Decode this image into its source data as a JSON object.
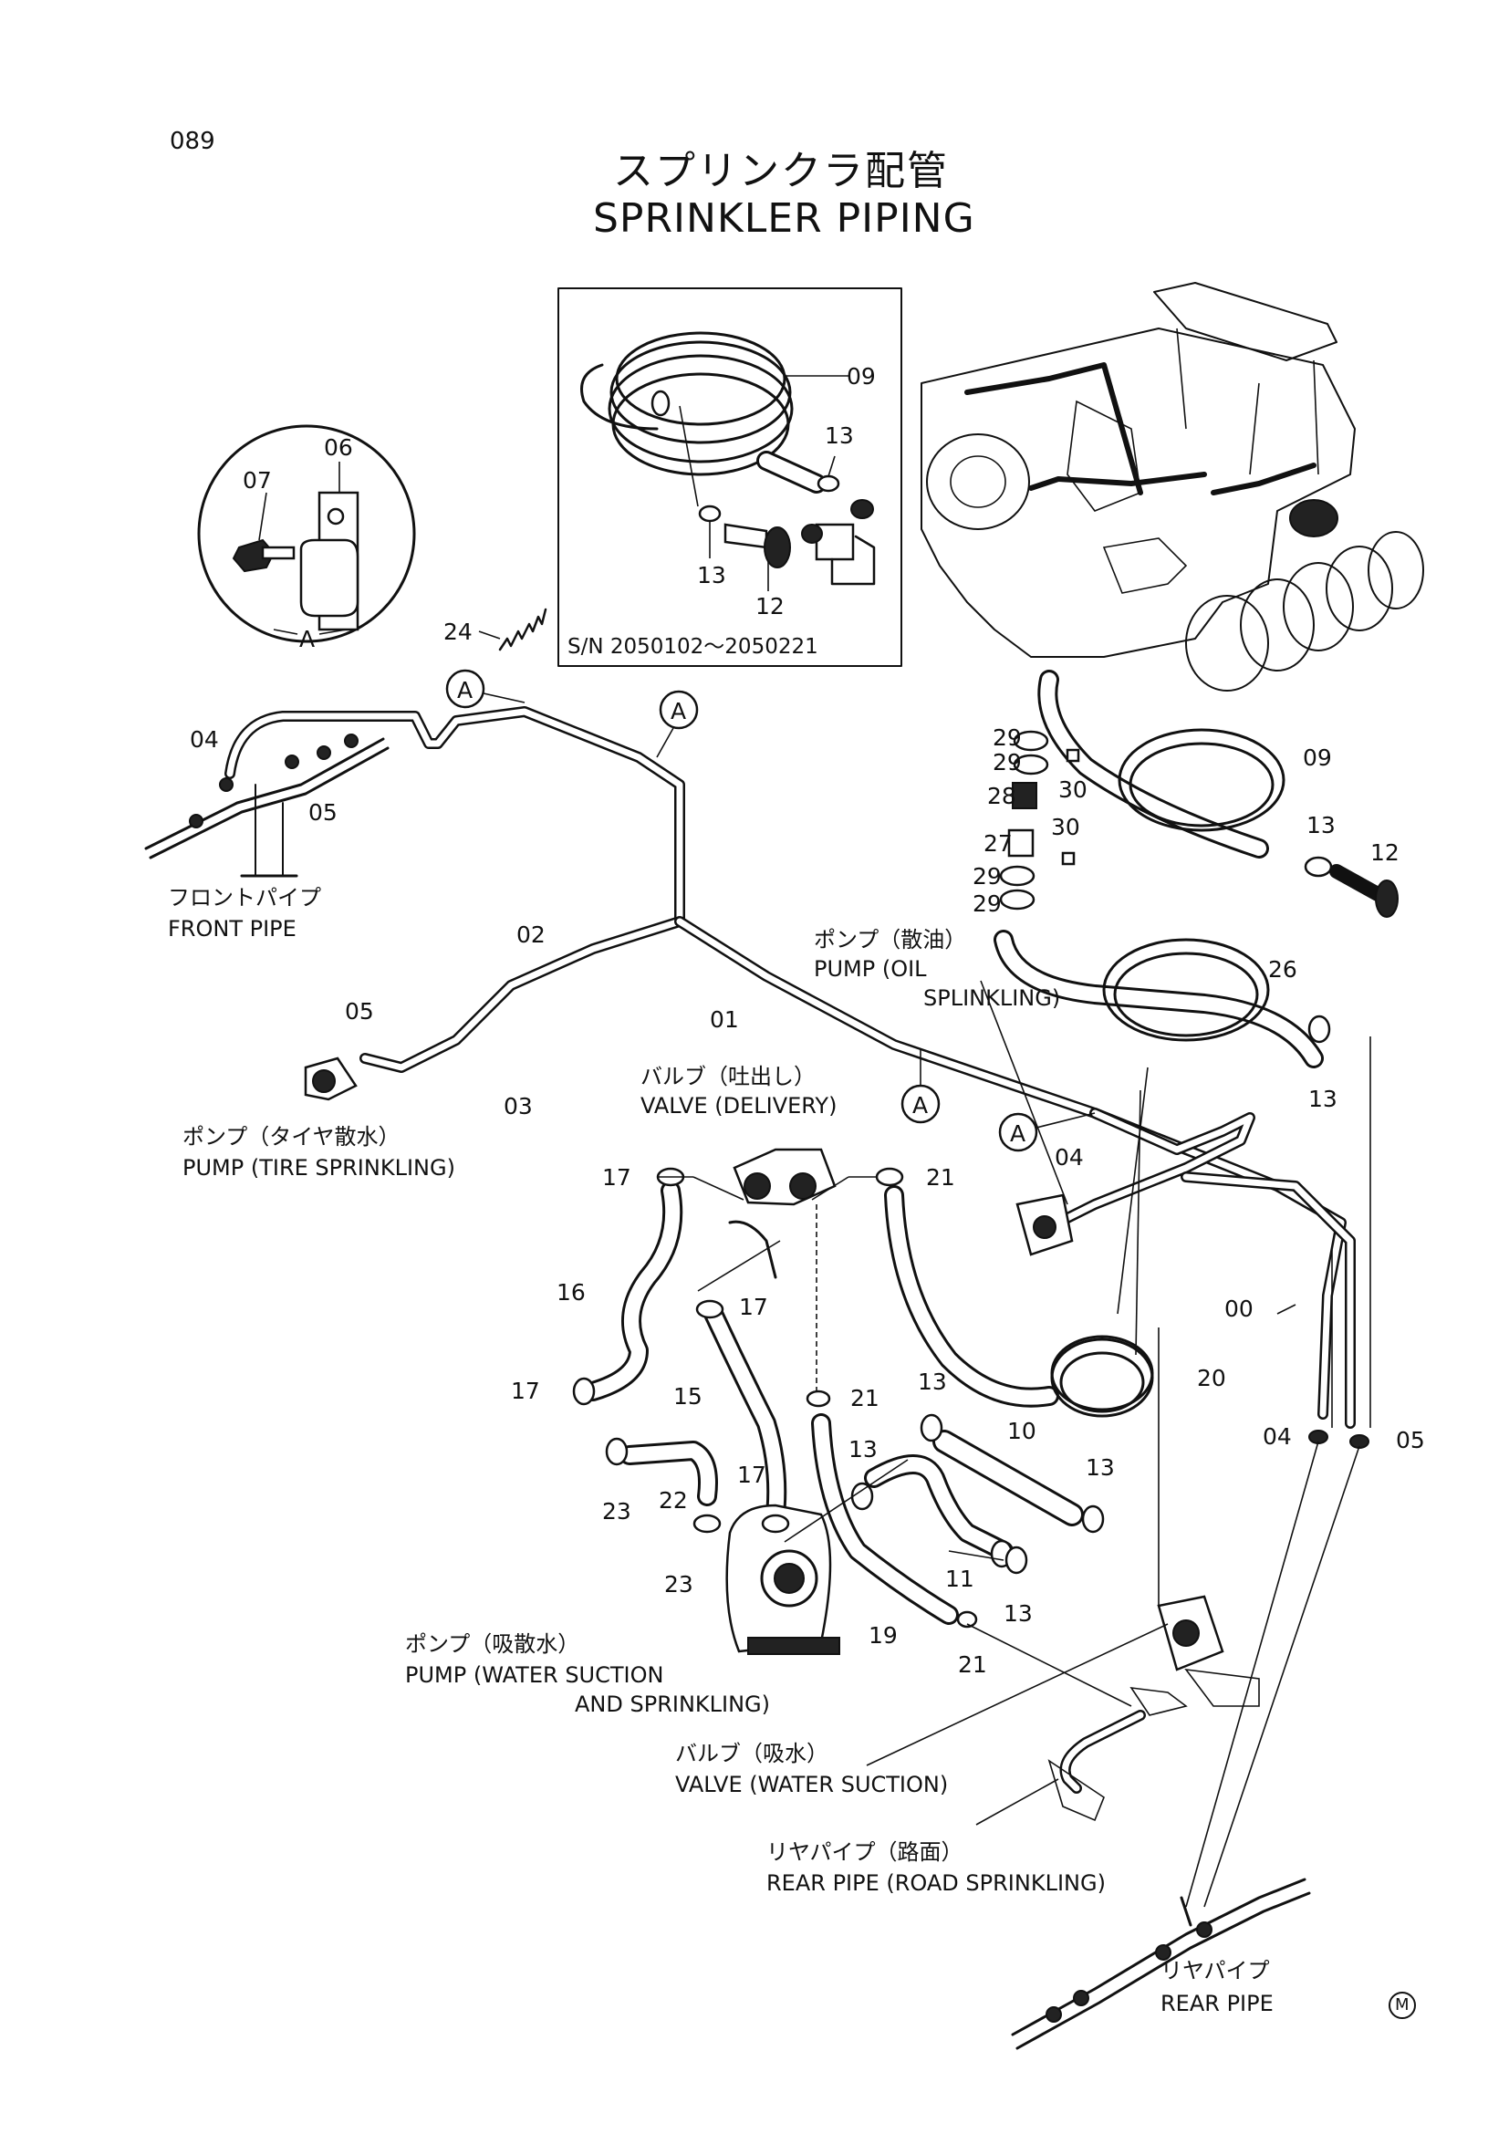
{
  "page_number": "089",
  "title_jp": "スプリンクラ配管",
  "title_en": "SPRINKLER PIPING",
  "inset_serial": "S/N  2050102～2050221",
  "detail_letter": "A",
  "callout_letter": "A",
  "logo_mark": "M",
  "labels": {
    "front_pipe_jp": "フロントパイプ",
    "front_pipe_en": "FRONT PIPE",
    "pump_tire_jp": "ポンプ（タイヤ散水）",
    "pump_tire_en": "PUMP (TIRE SPRINKLING)",
    "pump_oil_jp": "ポンプ（散油）",
    "pump_oil_en1": "PUMP (OIL",
    "pump_oil_en2": "SPLINKLING)",
    "valve_delivery_jp": "バルブ（吐出し）",
    "valve_delivery_en": "VALVE (DELIVERY)",
    "pump_water_jp": "ポンプ（吸散水）",
    "pump_water_en1": "PUMP (WATER SUCTION",
    "pump_water_en2": "AND SPRINKLING)",
    "valve_suction_jp": "バルブ（吸水）",
    "valve_suction_en": "VALVE (WATER SUCTION)",
    "rear_pipe_road_jp": "リヤパイプ（路面）",
    "rear_pipe_road_en": "REAR PIPE (ROAD SPRINKLING)",
    "rear_pipe_jp": "リヤパイプ",
    "rear_pipe_en": "REAR PIPE"
  },
  "part_numbers": {
    "p00": "00",
    "p01": "01",
    "p02": "02",
    "p03": "03",
    "p04": "04",
    "p05": "05",
    "p06": "06",
    "p07": "07",
    "p09": "09",
    "p10": "10",
    "p11": "11",
    "p12": "12",
    "p13": "13",
    "p15": "15",
    "p16": "16",
    "p17": "17",
    "p19": "19",
    "p20": "20",
    "p21": "21",
    "p22": "22",
    "p23": "23",
    "p24": "24",
    "p26": "26",
    "p27": "27",
    "p28": "28",
    "p29": "29",
    "p30": "30"
  }
}
